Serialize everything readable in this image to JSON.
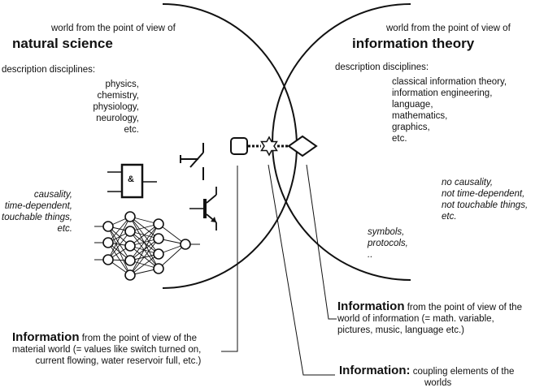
{
  "left_world": {
    "subtitle": "world from the point of view of",
    "title": "natural science",
    "disciplines_label": "description disciplines:",
    "disciplines": [
      "physics,",
      "chemistry,",
      "physiology,",
      "neurology,",
      "etc."
    ],
    "properties": [
      "causality,",
      "time-dependent,",
      "touchable things,",
      "etc."
    ],
    "gate_label": "&"
  },
  "right_world": {
    "subtitle": "world from the point of view of",
    "title": "information theory",
    "disciplines_label": "description disciplines:",
    "disciplines": [
      "classical information theory,",
      "information engineering,",
      "language,",
      "mathematics,",
      "graphics,",
      "etc."
    ],
    "properties": [
      "no causality,",
      "not time-dependent,",
      "not touchable things,",
      "etc."
    ],
    "symbols": [
      "symbols,",
      "protocols,",
      ".."
    ]
  },
  "callouts": {
    "material": {
      "keyword": "Information",
      "line1": " from the point of view of the",
      "line2": "material world (= values like switch turned on,",
      "line3": "current flowing, water reservoir full, etc.)"
    },
    "information": {
      "keyword": "Information",
      "line1": " from the point of view of the",
      "line2": "world of information (= math. variable,",
      "line3": "pictures, music, language etc.)"
    },
    "coupling": {
      "keyword": "Information:",
      "line1": " coupling elements of the",
      "line2": "worlds"
    }
  }
}
